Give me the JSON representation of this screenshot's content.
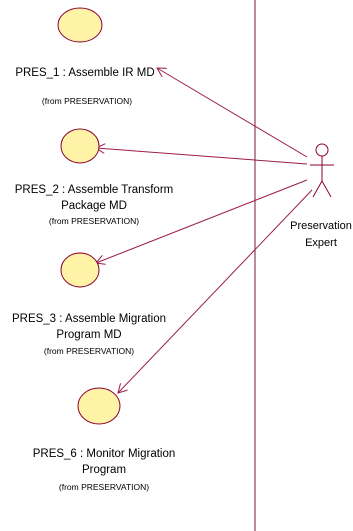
{
  "colors": {
    "ellipse_fill": "#fff3a8",
    "ellipse_stroke": "#8a0030",
    "association": "#9c1c4a",
    "boundary": "#7a1a3c",
    "actor": "#8a0030"
  },
  "use_cases": [
    {
      "name_lines": [
        "PRES_1 : Assemble IR MD"
      ],
      "from": "(from PRESERVATION)"
    },
    {
      "name_lines": [
        "PRES_2 : Assemble Transform",
        "Package MD"
      ],
      "from": "(from PRESERVATION)"
    },
    {
      "name_lines": [
        "PRES_3 : Assemble Migration",
        "Program MD"
      ],
      "from": "(from PRESERVATION)"
    },
    {
      "name_lines": [
        "PRES_6 : Monitor Migration",
        "Program"
      ],
      "from": "(from PRESERVATION)"
    }
  ],
  "actor": {
    "icon": "stick-figure-actor",
    "name_lines": [
      "Preservation",
      "Expert"
    ]
  }
}
